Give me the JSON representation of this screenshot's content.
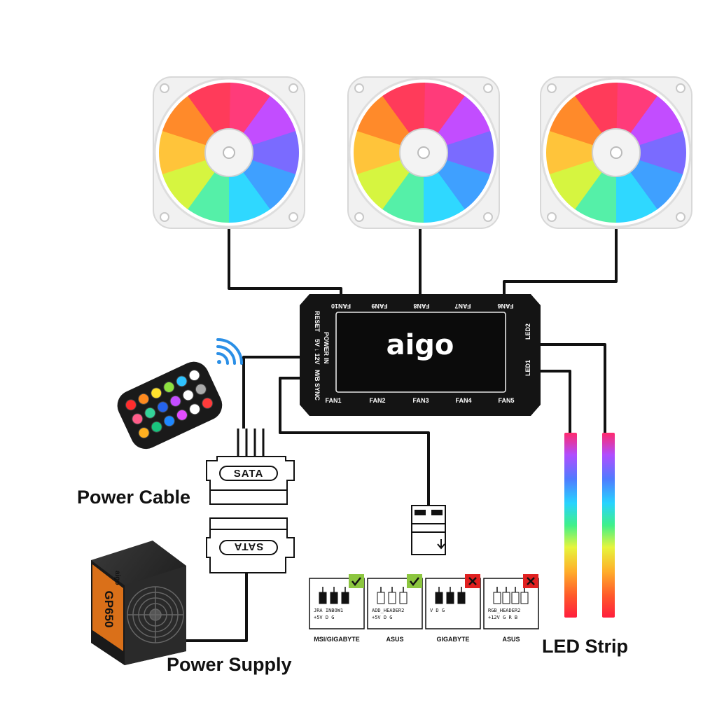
{
  "labels": {
    "power_cable": "Power Cable",
    "power_supply": "Power Supply",
    "led_strip": "LED Strip"
  },
  "hub": {
    "brand": "aigo",
    "top_ports": [
      "FAN10",
      "FAN9",
      "FAN8",
      "FAN7",
      "FAN6"
    ],
    "bottom_ports": [
      "FAN1",
      "FAN2",
      "FAN3",
      "FAN4",
      "FAN5"
    ],
    "left_labels": [
      "RESET",
      "POWER IN",
      "5V ↓ 12V",
      "M/B SYNC"
    ],
    "right_labels": [
      "LED2",
      "LED1"
    ]
  },
  "sata": {
    "cable_label": "SATA",
    "psu_label": "SATA"
  },
  "psu": {
    "model": "GP650",
    "brand": "aigo"
  },
  "headers": [
    {
      "caption": "MSI/GIGABYTE",
      "pin_label": "JRA INBOW1",
      "pins_text": "+5V D G",
      "status": "check"
    },
    {
      "caption": "ASUS",
      "pin_label": "ADD_HEADER2",
      "pins_text": "+5V D G",
      "status": "check"
    },
    {
      "caption": "GIGABYTE",
      "pin_label": "V D G",
      "pins_text": "",
      "status": "cross"
    },
    {
      "caption": "ASUS",
      "pin_label": "RGB_HEADER2",
      "pins_text": "+12V G R B",
      "status": "cross"
    }
  ],
  "colors": {
    "hub": "#111111",
    "check": "#8cc63f",
    "cross": "#e02020",
    "cable": "#111111"
  },
  "icons": [
    "rgb-fan-icon",
    "remote-control-icon",
    "wifi-signal-icon",
    "sata-connector-icon",
    "power-supply-icon",
    "led-strip-icon",
    "header-connector-icon",
    "check-icon",
    "cross-icon"
  ]
}
